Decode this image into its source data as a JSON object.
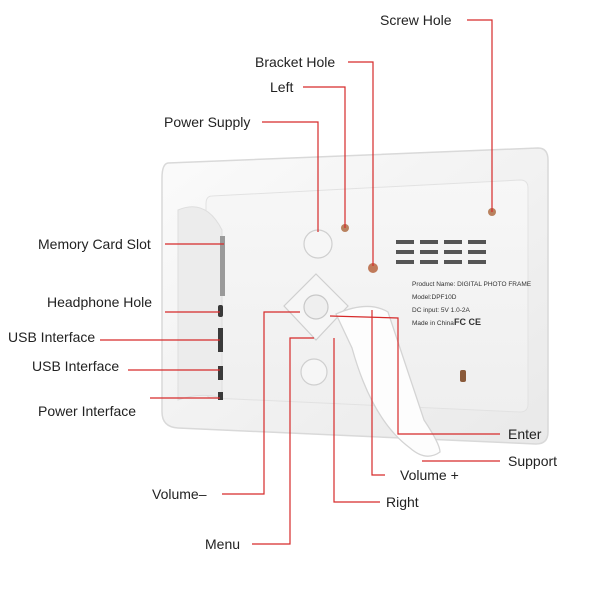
{
  "labels": {
    "screw_hole": "Screw Hole",
    "bracket_hole": "Bracket Hole",
    "left": "Left",
    "power_supply": "Power Supply",
    "memory_card_slot": "Memory Card Slot",
    "headphone_hole": "Headphone Hole",
    "usb_interface_1": "USB Interface",
    "usb_interface_2": "USB Interface",
    "power_interface": "Power Interface",
    "enter": "Enter",
    "support": "Support",
    "volume_plus": "Volume +",
    "right": "Right",
    "volume_minus": "Volume–",
    "menu": "Menu"
  },
  "product_label": {
    "line1": "Product Name: DIGITAL PHOTO FRAME",
    "line2": "Model:DPF10D",
    "line3": "DC input: 5V 1.0-2A",
    "line4": "Made in China",
    "marks": "FC CE"
  },
  "colors": {
    "leader": "#d62a2a",
    "frame_body": "#f4f4f4",
    "frame_edge": "#d9d9d9"
  }
}
